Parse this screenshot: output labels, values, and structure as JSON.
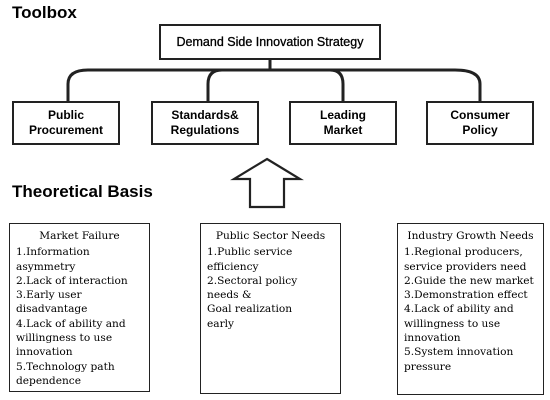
{
  "toolbox_title": "Toolbox",
  "strategy": "Demand Side Innovation Strategy",
  "tools": [
    "Public\nProcurement",
    "Standards&\nRegulations",
    "Leading\nMarket",
    "Consumer\nPolicy"
  ],
  "basis_title": "Theoretical Basis",
  "panels": [
    {
      "title": "Market Failure",
      "items": "1.Information\nasymmetry\n2.Lack of interaction\n3.Early user\ndisadvantage\n4.Lack of ability and\nwillingness to use\ninnovation\n5.Technology path\ndependence"
    },
    {
      "title": "Public Sector Needs",
      "items": "1.Public service\nefficiency\n2.Sectoral policy\nneeds &\nGoal realization\nearly"
    },
    {
      "title": "Industry Growth Needs",
      "items": "1.Regional producers,\nservice providers need\n2.Guide the new market\n3.Demonstration effect\n4.Lack of ability and\nwillingness to use\ninnovation\n5.System innovation\npressure"
    }
  ]
}
